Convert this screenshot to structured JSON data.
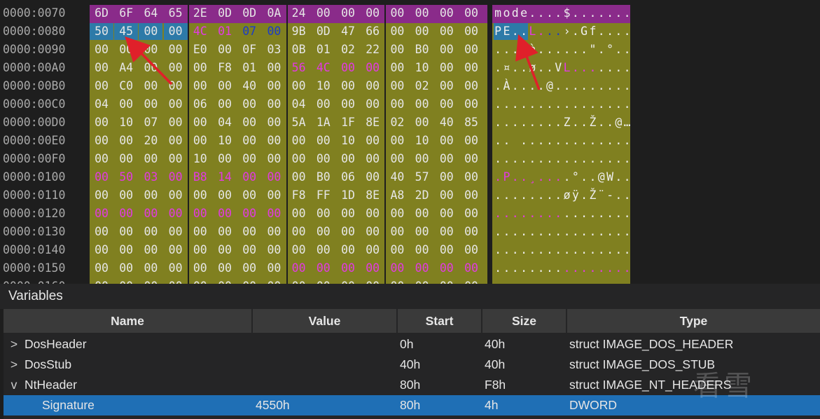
{
  "hex_rows": [
    {
      "addr": "0000:0070",
      "bytes": [
        "6D",
        "6F",
        "64",
        "65",
        "2E",
        "0D",
        "0D",
        "0A",
        "24",
        "00",
        "00",
        "00",
        "00",
        "00",
        "00",
        "00"
      ],
      "ascii": "mode....$.......",
      "theme": "purple"
    },
    {
      "addr": "0000:0080",
      "bytes": [
        "50",
        "45",
        "00",
        "00",
        "4C",
        "01",
        "07",
        "00",
        "9B",
        "0D",
        "47",
        "66",
        "00",
        "00",
        "00",
        "00"
      ],
      "ascii": "PE..L...›.Gf...."
    },
    {
      "addr": "0000:0090",
      "bytes": [
        "00",
        "00",
        "00",
        "00",
        "E0",
        "00",
        "0F",
        "03",
        "0B",
        "01",
        "02",
        "22",
        "00",
        "B0",
        "00",
        "00"
      ],
      "ascii": "....à......\".°.."
    },
    {
      "addr": "0000:00A0",
      "bytes": [
        "00",
        "A4",
        "00",
        "00",
        "00",
        "F8",
        "01",
        "00",
        "56",
        "4C",
        "00",
        "00",
        "00",
        "10",
        "00",
        "00"
      ],
      "ascii": ".¤..ø..VL......."
    },
    {
      "addr": "0000:00B0",
      "bytes": [
        "00",
        "C0",
        "00",
        "00",
        "00",
        "00",
        "40",
        "00",
        "00",
        "10",
        "00",
        "00",
        "00",
        "02",
        "00",
        "00"
      ],
      "ascii": ".À....@........."
    },
    {
      "addr": "0000:00C0",
      "bytes": [
        "04",
        "00",
        "00",
        "00",
        "06",
        "00",
        "00",
        "00",
        "04",
        "00",
        "00",
        "00",
        "00",
        "00",
        "00",
        "00"
      ],
      "ascii": "................"
    },
    {
      "addr": "0000:00D0",
      "bytes": [
        "00",
        "10",
        "07",
        "00",
        "00",
        "04",
        "00",
        "00",
        "5A",
        "1A",
        "1F",
        "8E",
        "02",
        "00",
        "40",
        "85"
      ],
      "ascii": "........Z..Ž..@…"
    },
    {
      "addr": "0000:00E0",
      "bytes": [
        "00",
        "00",
        "20",
        "00",
        "00",
        "10",
        "00",
        "00",
        "00",
        "00",
        "10",
        "00",
        "00",
        "10",
        "00",
        "00"
      ],
      "ascii": ".. ............."
    },
    {
      "addr": "0000:00F0",
      "bytes": [
        "00",
        "00",
        "00",
        "00",
        "10",
        "00",
        "00",
        "00",
        "00",
        "00",
        "00",
        "00",
        "00",
        "00",
        "00",
        "00"
      ],
      "ascii": "................"
    },
    {
      "addr": "0000:0100",
      "bytes": [
        "00",
        "50",
        "03",
        "00",
        "B8",
        "14",
        "00",
        "00",
        "00",
        "B0",
        "06",
        "00",
        "40",
        "57",
        "00",
        "00"
      ],
      "ascii": ".P..¸....°..@W.."
    },
    {
      "addr": "0000:0110",
      "bytes": [
        "00",
        "00",
        "00",
        "00",
        "00",
        "00",
        "00",
        "00",
        "F8",
        "FF",
        "1D",
        "8E",
        "A8",
        "2D",
        "00",
        "00"
      ],
      "ascii": "........øÿ.Ž¨-.."
    },
    {
      "addr": "0000:0120",
      "bytes": [
        "00",
        "00",
        "00",
        "00",
        "00",
        "00",
        "00",
        "00",
        "00",
        "00",
        "00",
        "00",
        "00",
        "00",
        "00",
        "00"
      ],
      "ascii": "................"
    },
    {
      "addr": "0000:0130",
      "bytes": [
        "00",
        "00",
        "00",
        "00",
        "00",
        "00",
        "00",
        "00",
        "00",
        "00",
        "00",
        "00",
        "00",
        "00",
        "00",
        "00"
      ],
      "ascii": "................"
    },
    {
      "addr": "0000:0140",
      "bytes": [
        "00",
        "00",
        "00",
        "00",
        "00",
        "00",
        "00",
        "00",
        "00",
        "00",
        "00",
        "00",
        "00",
        "00",
        "00",
        "00"
      ],
      "ascii": "................"
    },
    {
      "addr": "0000:0150",
      "bytes": [
        "00",
        "00",
        "00",
        "00",
        "00",
        "00",
        "00",
        "00",
        "00",
        "00",
        "00",
        "00",
        "00",
        "00",
        "00",
        "00"
      ],
      "ascii": "................"
    },
    {
      "addr": "0000:0160",
      "bytes": [
        "00",
        "00",
        "00",
        "00",
        "00",
        "00",
        "00",
        "00",
        "00",
        "00",
        "00",
        "00",
        "00",
        "00",
        "00",
        "00"
      ],
      "ascii": "................"
    }
  ],
  "highlights": {
    "selected_bytes": [
      [
        1,
        0
      ],
      [
        1,
        1
      ],
      [
        1,
        2
      ],
      [
        1,
        3
      ]
    ],
    "magenta_bytes": [
      [
        1,
        4
      ],
      [
        1,
        5
      ],
      [
        3,
        8
      ],
      [
        3,
        9
      ],
      [
        3,
        10
      ],
      [
        3,
        11
      ],
      [
        9,
        0
      ],
      [
        9,
        1
      ],
      [
        9,
        2
      ],
      [
        9,
        3
      ],
      [
        9,
        4
      ],
      [
        9,
        5
      ],
      [
        9,
        6
      ],
      [
        9,
        7
      ],
      [
        11,
        0
      ],
      [
        11,
        1
      ],
      [
        11,
        2
      ],
      [
        11,
        3
      ],
      [
        11,
        4
      ],
      [
        11,
        5
      ],
      [
        11,
        6
      ],
      [
        11,
        7
      ],
      [
        14,
        8
      ],
      [
        14,
        9
      ],
      [
        14,
        10
      ],
      [
        14,
        11
      ],
      [
        14,
        12
      ],
      [
        14,
        13
      ],
      [
        14,
        14
      ],
      [
        14,
        15
      ]
    ],
    "blue_bytes": [
      [
        1,
        6
      ],
      [
        1,
        7
      ]
    ]
  },
  "panel": {
    "title": "Variables"
  },
  "table": {
    "columns": [
      "Name",
      "Value",
      "Start",
      "Size",
      "Type"
    ],
    "rows": [
      {
        "chevron": ">",
        "name": "DosHeader",
        "value": "",
        "start": "0h",
        "size": "40h",
        "type": "struct IMAGE_DOS_HEADER"
      },
      {
        "chevron": ">",
        "name": "DosStub",
        "value": "",
        "start": "40h",
        "size": "40h",
        "type": "struct IMAGE_DOS_STUB"
      },
      {
        "chevron": "v",
        "name": "NtHeader",
        "value": "",
        "start": "80h",
        "size": "F8h",
        "type": "struct IMAGE_NT_HEADERS"
      },
      {
        "chevron": "",
        "name": "Signature",
        "value": "4550h",
        "start": "80h",
        "size": "4h",
        "type": "DWORD",
        "selected": true
      }
    ]
  },
  "watermark": "看雪",
  "colors": {
    "hex_bg": "#808020",
    "purple_bg": "#8a2b8a",
    "selection": "#2d7aa8",
    "row_selected": "#1f6fb5",
    "arrow": "#e0202a"
  }
}
